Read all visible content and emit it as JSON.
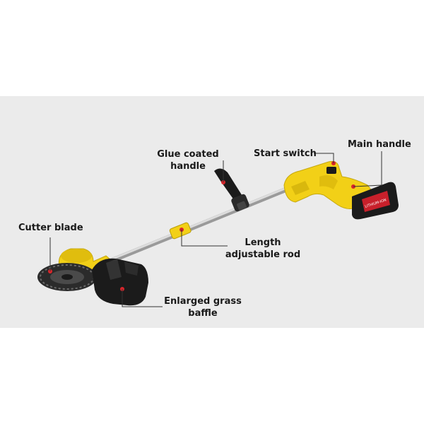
{
  "labels": {
    "glue_coated_handle": [
      "Glue coated",
      "handle"
    ],
    "start_switch": "Start switch",
    "main_handle": "Main handle",
    "cutter_blade": "Cutter blade",
    "length_adjustable_rod": [
      "Length",
      "adjustable rod"
    ],
    "enlarged_grass_baffle": [
      "Enlarged grass",
      "baffle"
    ],
    "battery_brand_text": "LITHIUM-ION"
  },
  "colors": {
    "background_panel": "#ebebeb",
    "tool_yellow": "#f2d017",
    "tool_black": "#1b1b1b",
    "rod_silver": "#c9c9c9",
    "battery_red": "#c8202b",
    "marker_red": "#d9252b",
    "leader_line": "#333333"
  }
}
